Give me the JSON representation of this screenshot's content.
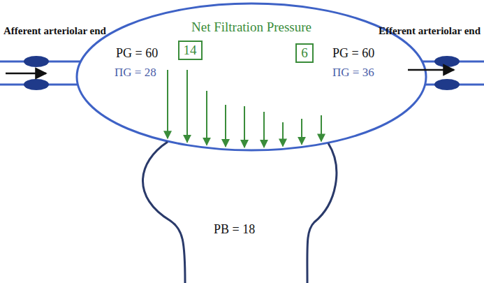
{
  "diagram": {
    "nodes": [
      {
        "text": [
          "14"
        ]
      },
      {
        "text": [
          "6"
        ]
      }
    ],
    "labels": [
      "Afferent arteriolar end",
      "Net Filtration Pressure",
      "Efferent arteriolar end",
      "PG = 60",
      "ΠG = 28",
      "PG = 60",
      "ΠG = 36",
      "PB = 18"
    ]
  }
}
